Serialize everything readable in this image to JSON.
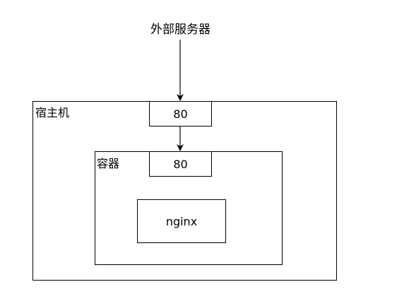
{
  "external_server": {
    "label": "外部服务器"
  },
  "host": {
    "label": "宿主机",
    "port_label": "80"
  },
  "container": {
    "label": "容器",
    "port_label": "80",
    "app_label": "nginx"
  }
}
